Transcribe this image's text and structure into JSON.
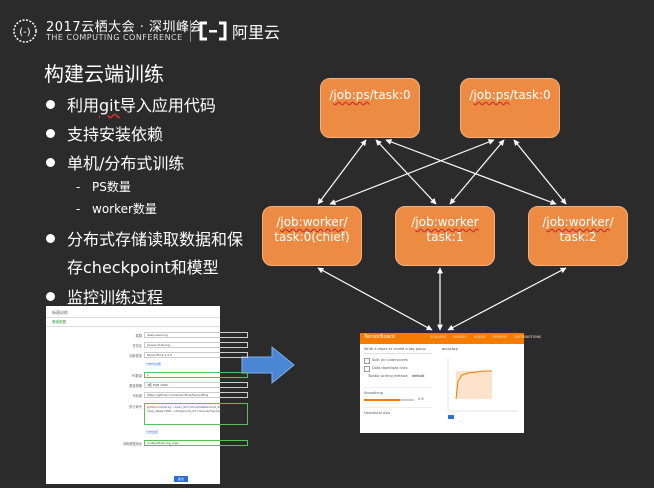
{
  "header": {
    "conference_title": "2017云栖大会 · 深圳峰会",
    "conference_subtitle": "THE COMPUTING CONFERENCE",
    "brand_name": "阿里云"
  },
  "slide": {
    "title": "构建云端训练",
    "bullets": [
      {
        "text_prefix": "利用",
        "text_underlined": "git",
        "text_suffix": "导入应用代码"
      },
      {
        "text": "支持安装依赖"
      },
      {
        "text": "单机/分布式训练"
      },
      {
        "text_line1": "分布式存储读取数据和保",
        "text_line2": "存checkpoint和模型"
      },
      {
        "text": "监控训练过程"
      }
    ],
    "sub_bullets": [
      "PS数量",
      "worker数量"
    ]
  },
  "diagram": {
    "ps_nodes": [
      {
        "prefix": "/",
        "underlined": "job:ps",
        "suffix": "/task:0"
      },
      {
        "prefix": "/",
        "underlined": "job:ps",
        "suffix": "/task:0"
      }
    ],
    "worker_nodes": [
      {
        "line1_prefix": "/",
        "line1_underlined": "job:worker",
        "line1_suffix": "/",
        "line2": "task:0(chief)"
      },
      {
        "line1_prefix": "/",
        "line1_underlined": "job:worker",
        "line1_suffix": "",
        "line2": "task:1"
      },
      {
        "line1_prefix": "/",
        "line1_underlined": "job:worker",
        "line1_suffix": "/",
        "line2": "task:2"
      }
    ],
    "colors": {
      "node_fill": "#ed8b43",
      "arrow_fill": "#4a86d4",
      "background": "#2b2b2b"
    }
  },
  "tensorboard": {
    "brand": "TensorBoard",
    "tabs": [
      "SCALARS",
      "IMAGES",
      "AUDIO",
      "GRAPHS",
      "DISTRIBUTIONS"
    ],
    "search_placeholder": "Write a regex to create a tag group",
    "options": [
      "Split on underscores",
      "Data download links"
    ],
    "tooltip_label": "Tooltip sorting method:",
    "tooltip_value": "default",
    "smoothing_label": "Smoothing",
    "smoothing_value": "0.6",
    "horizontal_axis_label": "Horizontal Axis",
    "chart_title": "accuracy",
    "accent": "#f57c00"
  },
  "form": {
    "title": "新建训练",
    "tab_label": "基础配置",
    "fields": [
      {
        "label": "集群",
        "value": "deep learning",
        "style": "plain"
      },
      {
        "label": "任务名",
        "value": "person training",
        "style": "plain"
      },
      {
        "label": "训练框架",
        "value": "TensorFlow 1.0.0",
        "style": "plain"
      },
      {
        "label": "",
        "value": "分布式训练",
        "style": "check"
      },
      {
        "label": "PS数量",
        "value": "1",
        "style": "green"
      },
      {
        "label": "数量规格",
        "value": "4核 8GB 1GPU",
        "style": "plain"
      },
      {
        "label": "代码源",
        "value": "https://github.com/tensorflow/tensorflow",
        "style": "plain"
      },
      {
        "label": "执行命令",
        "value": "python mnist.py --train_dir=/cloud/data/mnist_dir --max_steps=500 --checkpoint_dir=/cloud/checkpoint",
        "style": "area"
      },
      {
        "label": "",
        "value": "日志监控",
        "style": "check"
      },
      {
        "label": "训练数据地址",
        "value": "/output/training_logs",
        "style": "green"
      }
    ],
    "submit_label": "提交"
  }
}
